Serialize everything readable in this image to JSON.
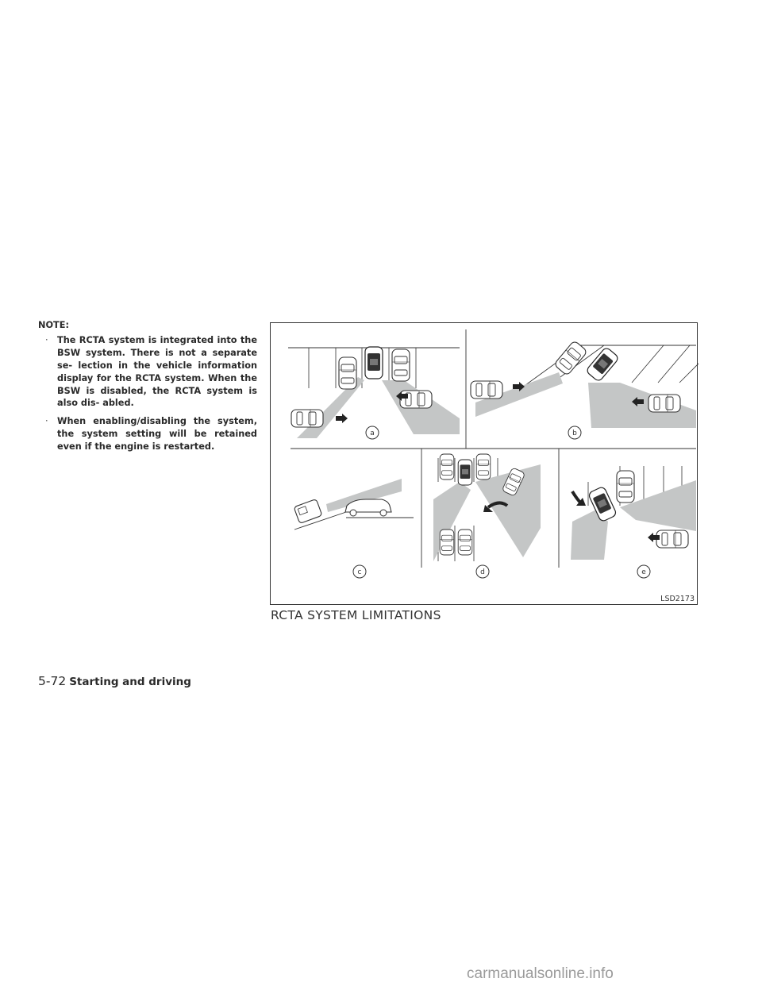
{
  "note": {
    "heading": "NOTE:",
    "items": [
      {
        "text": "The RCTA system is integrated into the BSW system. There is not a separate se- lection in the vehicle information display for the RCTA system. When the BSW is disabled, the RCTA system is also dis- abled."
      },
      {
        "text": "When enabling/disabling the system, the system setting will be retained even if the engine is restarted."
      }
    ]
  },
  "figure": {
    "code": "LSD2173",
    "caption": "RCTA SYSTEM LIMITATIONS",
    "panels": [
      "a",
      "b",
      "c",
      "d",
      "e"
    ],
    "colors": {
      "zone": "#c4c6c6",
      "line": "#333333"
    }
  },
  "footer": {
    "page_number": "5-72",
    "section": "Starting and driving"
  },
  "watermark": "carmanualsonline.info"
}
